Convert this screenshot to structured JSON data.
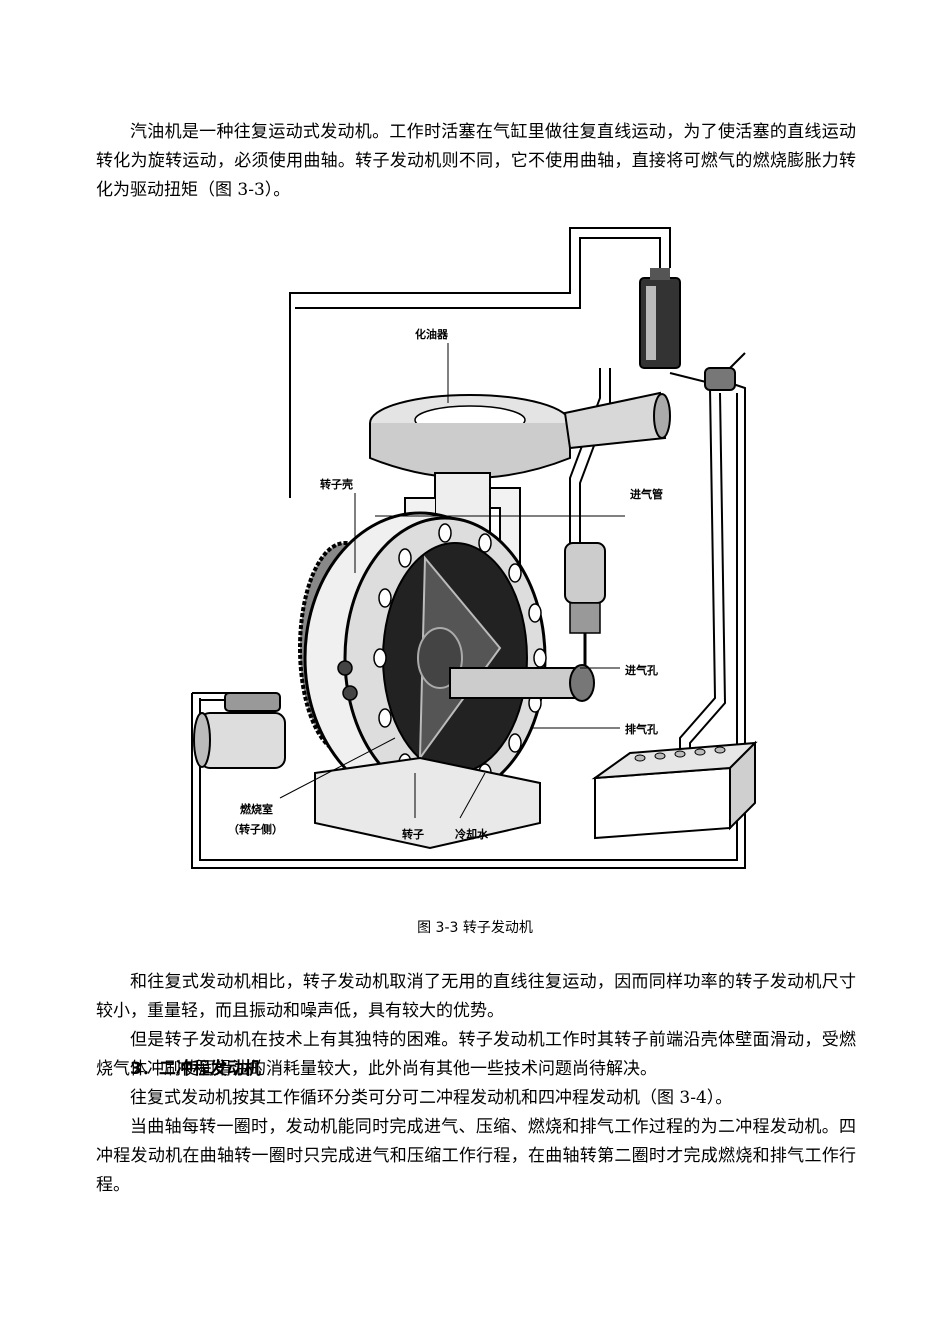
{
  "paragraphs": {
    "p1": "汽油机是一种往复运动式发动机。工作时活塞在气缸里做往复直线运动，为了使活塞的直线运动转化为旋转运动，必须使用曲轴。转子发动机则不同，它不使用曲轴，直接将可燃气的燃烧膨胀力转化为驱动扭矩（图 3-3）。",
    "p2": "和往复式发动机相比，转子发动机取消了无用的直线往复运动，因而同样功率的转子发动机尺寸较小，重量轻，而且振动和噪声低，具有较大的优势。",
    "p3": "但是转子发动机在技术上有其独特的困难。转子发动机工作时其转子前端沿壳体壁面滑动，受燃烧气体冲刷使润滑油的消耗量较大，此外尚有其他一些技术问题尚待解决。",
    "heading": "3．二冲程发动机",
    "p4": "往复式发动机按其工作循环分类可分可二冲程发动机和四冲程发动机（图 3-4）。",
    "p5": "当曲轴每转一圈时，发动机能同时完成进气、压缩、燃烧和排气工作过程的为二冲程发动机。四冲程发动机在曲轴转一圈时只完成进气和压缩工作行程，在曲轴转第二圈时才完成燃烧和排气工作行程。"
  },
  "figure": {
    "caption": "图 3-3  转子发动机",
    "labels": {
      "carburetor": "化油器",
      "rotor_housing": "转子壳",
      "intake_pipe": "进气管",
      "intake_port": "进气孔",
      "exhaust_port": "排气孔",
      "combustion_chamber": "燃烧室",
      "rotor_side": "（转子侧）",
      "rotor": "转子",
      "cooling_water": "冷却水"
    }
  }
}
